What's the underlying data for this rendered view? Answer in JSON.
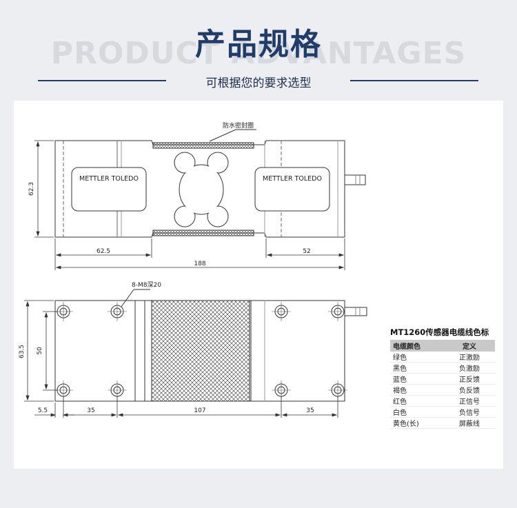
{
  "header": {
    "title": "产品规格",
    "background_word": "PRODUCT ADVANTAGES",
    "subtitle": "可根据您的要求选型"
  },
  "diagram": {
    "seal_label": "防水密封圈",
    "brand_left": "METTLER TOLEDO",
    "brand_right": "METTLER TOLEDO",
    "thread_label": "8-M8深20",
    "side_view": {
      "height": "62.3",
      "left_offset": "62.5",
      "right_offset": "52",
      "total_length": "188"
    },
    "top_view": {
      "width": "63.5",
      "hole_spacing_y": "50",
      "edge": "5.5",
      "left_span": "35",
      "center_span": "107",
      "right_span": "35"
    }
  },
  "legend": {
    "title": "MT1260传感器电缆线色标",
    "headers": [
      "电缆颜色",
      "定义"
    ],
    "rows": [
      [
        "绿色",
        "正激励"
      ],
      [
        "黑色",
        "负激励"
      ],
      [
        "蓝色",
        "正反馈"
      ],
      [
        "褐色",
        "负反馈"
      ],
      [
        "红色",
        "正信号"
      ],
      [
        "白色",
        "负信号"
      ],
      [
        "黄色(长)",
        "屏蔽线"
      ]
    ]
  }
}
